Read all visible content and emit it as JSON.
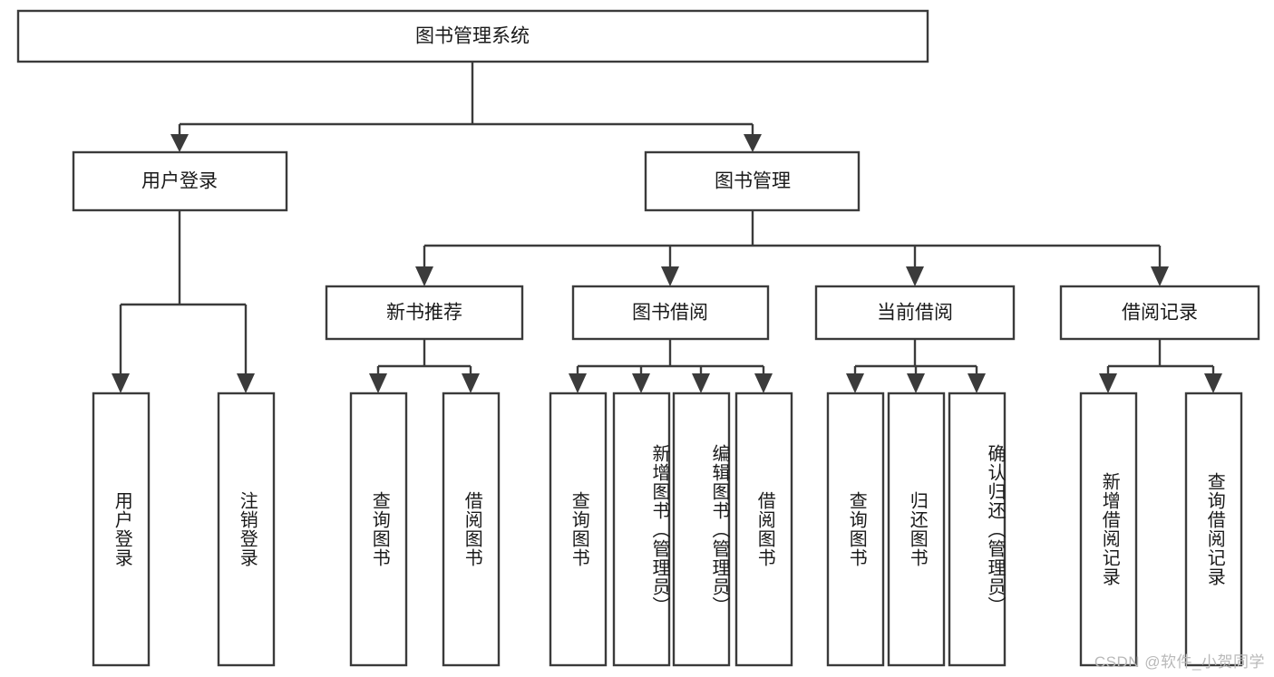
{
  "diagram": {
    "title": "图书管理系统",
    "type": "tree",
    "watermark": "CSDN @软件_小贺同学",
    "root": {
      "id": "root",
      "label": "图书管理系统",
      "orientation": "horizontal"
    },
    "level2": [
      {
        "id": "user-login",
        "label": "用户登录",
        "orientation": "horizontal"
      },
      {
        "id": "book-management",
        "label": "图书管理",
        "orientation": "horizontal"
      }
    ],
    "level3": [
      {
        "id": "new-book-recommend",
        "label": "新书推荐",
        "orientation": "horizontal",
        "parent": "book-management"
      },
      {
        "id": "book-borrow",
        "label": "图书借阅",
        "orientation": "horizontal",
        "parent": "book-management"
      },
      {
        "id": "current-borrow",
        "label": "当前借阅",
        "orientation": "horizontal",
        "parent": "book-management"
      },
      {
        "id": "borrow-record",
        "label": "借阅记录",
        "orientation": "horizontal",
        "parent": "book-management"
      }
    ],
    "leaves": [
      {
        "id": "leaf-user-login",
        "label": "用户登录",
        "orientation": "vertical",
        "parent": "user-login"
      },
      {
        "id": "leaf-logout-login",
        "label": "注销登录",
        "orientation": "vertical",
        "parent": "user-login"
      },
      {
        "id": "leaf-query-book-1",
        "label": "查询图书",
        "orientation": "vertical",
        "parent": "new-book-recommend"
      },
      {
        "id": "leaf-borrow-book-1",
        "label": "借阅图书",
        "orientation": "vertical",
        "parent": "new-book-recommend"
      },
      {
        "id": "leaf-query-book-2",
        "label": "查询图书",
        "orientation": "vertical",
        "parent": "book-borrow"
      },
      {
        "id": "leaf-add-book",
        "label": "新增图书（管理员）",
        "orientation": "vertical",
        "parent": "book-borrow"
      },
      {
        "id": "leaf-edit-book",
        "label": "编辑图书（管理员）",
        "orientation": "vertical",
        "parent": "book-borrow"
      },
      {
        "id": "leaf-borrow-book-2",
        "label": "借阅图书",
        "orientation": "vertical",
        "parent": "book-borrow"
      },
      {
        "id": "leaf-query-book-3",
        "label": "查询图书",
        "orientation": "vertical",
        "parent": "current-borrow"
      },
      {
        "id": "leaf-return-book",
        "label": "归还图书",
        "orientation": "vertical",
        "parent": "current-borrow"
      },
      {
        "id": "leaf-confirm-return",
        "label": "确认归还（管理员）",
        "orientation": "vertical",
        "parent": "current-borrow"
      },
      {
        "id": "leaf-add-record",
        "label": "新增借阅记录",
        "orientation": "vertical",
        "parent": "borrow-record"
      },
      {
        "id": "leaf-query-record",
        "label": "查询借阅记录",
        "orientation": "vertical",
        "parent": "borrow-record"
      }
    ],
    "colors": {
      "stroke": "#3b3b3b",
      "fill": "#ffffff",
      "text": "#1a1a1a",
      "watermark": "#b9b9b9",
      "background": "#ffffff"
    }
  }
}
